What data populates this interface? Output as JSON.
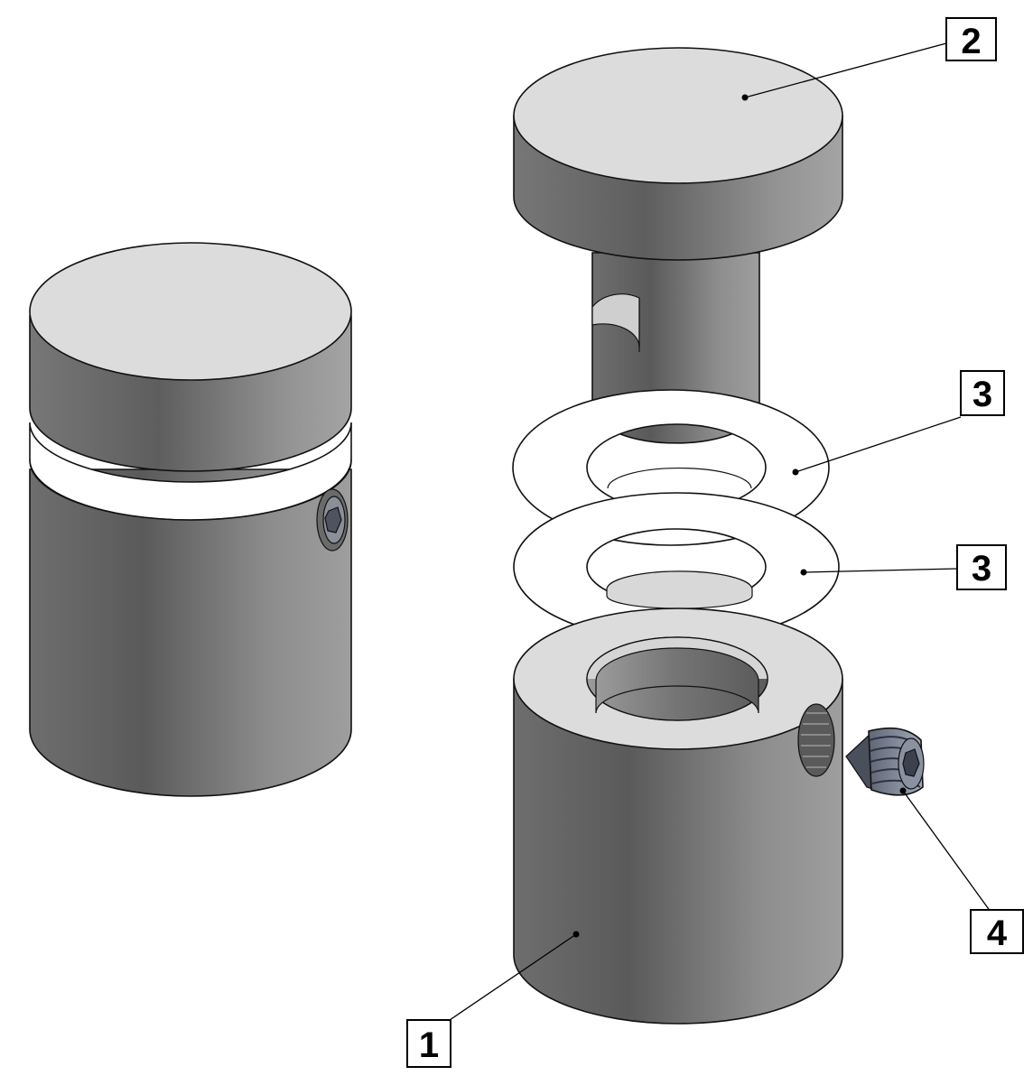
{
  "callouts": [
    {
      "id": "1",
      "label": "1"
    },
    {
      "id": "2",
      "label": "2"
    },
    {
      "id": "3a",
      "label": "3"
    },
    {
      "id": "3b",
      "label": "3"
    },
    {
      "id": "4",
      "label": "4"
    }
  ],
  "colors": {
    "metal_face": "#dcdcdc",
    "metal_side_light": "#9a9a9a",
    "metal_side_dark": "#5c5c5c",
    "washer_face": "#ffffff",
    "screw_blue": "#7f8796",
    "outline": "#111111"
  }
}
